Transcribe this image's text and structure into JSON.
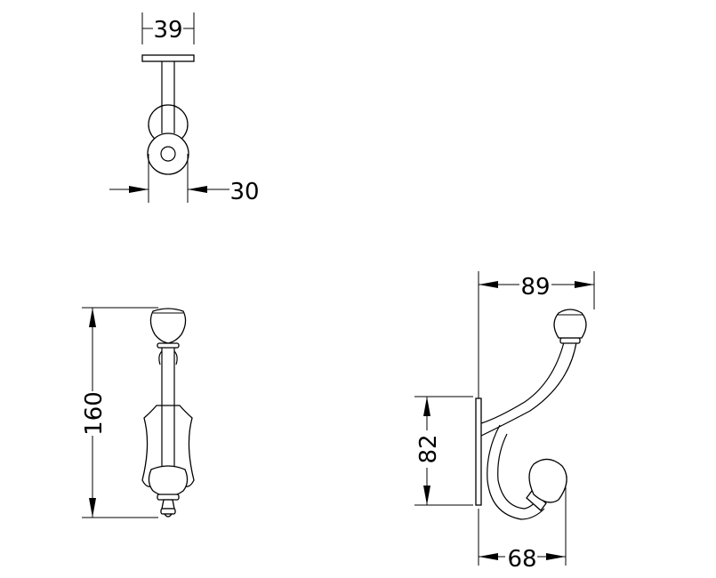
{
  "views": {
    "top": {
      "dim_width": "39",
      "dim_knob": "30"
    },
    "front": {
      "dim_height": "160"
    },
    "side": {
      "dim_top_reach": "89",
      "dim_plate_height": "82",
      "dim_lower_reach": "68"
    }
  }
}
